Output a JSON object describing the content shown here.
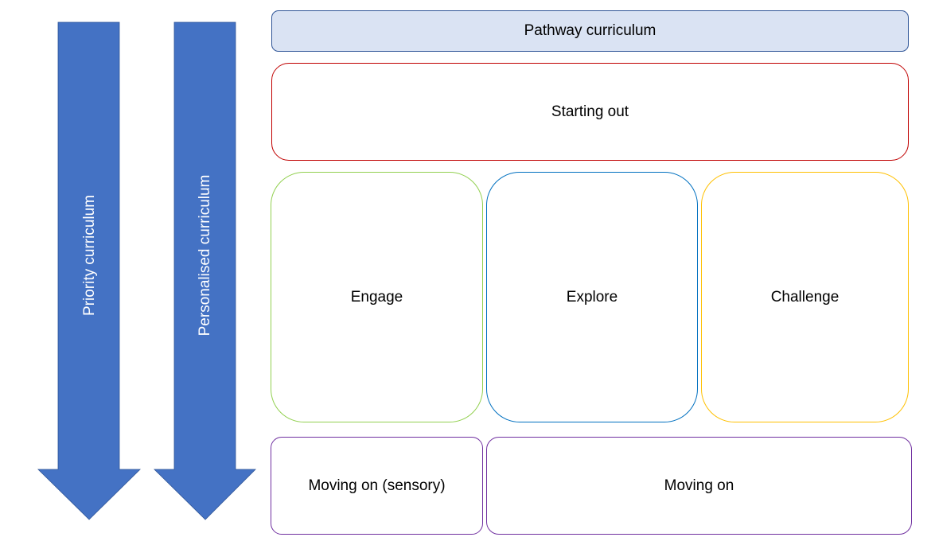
{
  "diagram": {
    "arrows": [
      {
        "label": "Priority curriculum",
        "direction": "down",
        "color": "#4472C4"
      },
      {
        "label": "Personalised curriculum",
        "direction": "down",
        "color": "#4472C4"
      }
    ],
    "header": {
      "label": "Pathway curriculum",
      "fill": "#DAE3F3",
      "border": "#2F5597"
    },
    "starting_out": {
      "label": "Starting out",
      "border": "#C00000"
    },
    "stages": [
      {
        "label": "Engage",
        "border": "#92D050"
      },
      {
        "label": "Explore",
        "border": "#0070C0"
      },
      {
        "label": "Challenge",
        "border": "#FFC000"
      }
    ],
    "moving_on": [
      {
        "label": "Moving on (sensory)",
        "border": "#7030A0"
      },
      {
        "label": "Moving on",
        "border": "#7030A0"
      }
    ]
  }
}
